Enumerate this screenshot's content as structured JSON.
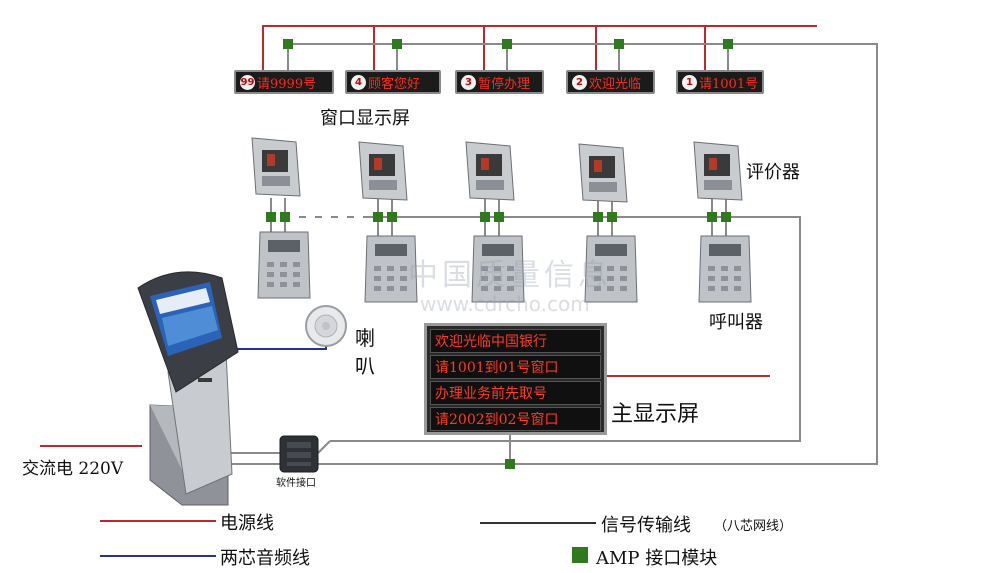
{
  "labels": {
    "window_display": "窗口显示屏",
    "evaluator": "评价器",
    "caller": "呼叫器",
    "speaker": "喇\n叭",
    "main_display": "主显示屏",
    "ac_power": "交流电 220V",
    "software_port": "软件接口"
  },
  "window_screens": [
    {
      "num": "99",
      "text": "请9999号"
    },
    {
      "num": "4",
      "text": "顾客您好"
    },
    {
      "num": "3",
      "text": "暂停办理"
    },
    {
      "num": "2",
      "text": "欢迎光临"
    },
    {
      "num": "1",
      "text": "请1001号"
    }
  ],
  "main_screen_rows": [
    "欢迎光临中国银行",
    "请1001到01号窗口",
    "办理业务前先取号",
    "请2002到02号窗口"
  ],
  "legend": {
    "power_line": "电源线",
    "audio_line": "两芯音频线",
    "signal_line": "信号传输线",
    "signal_note": "（八芯网线）",
    "amp_module": "AMP 接口模块"
  },
  "watermark": {
    "cn": "中国质量信息",
    "url": "www.cdrcho.com"
  },
  "colors": {
    "power": "#c0262c",
    "audio": "#25358c",
    "signal": "#8a8a8a",
    "amp": "#2f7a1e",
    "led": "#ff2a1a"
  }
}
